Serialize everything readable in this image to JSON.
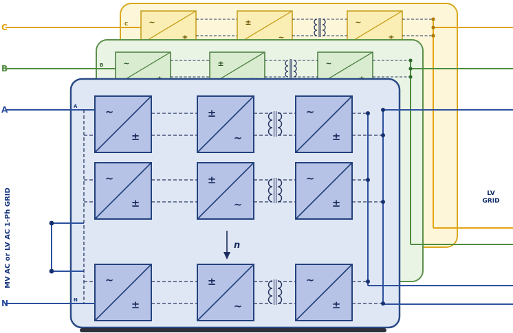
{
  "diagram": {
    "edge_labels": {
      "c": "C",
      "b": "B",
      "a": "A",
      "n": "N"
    },
    "inner_labels": {
      "c": "C",
      "b": "B",
      "a": "A",
      "n": "N"
    },
    "module_count": "n",
    "left_grid_label": "MV AC or LV AC 1-Ph GRID",
    "right_label": {
      "line1": "LV",
      "line2": "GRID"
    },
    "symbols": {
      "ac": "~",
      "dc": "±"
    },
    "colors": {
      "phase_a": "#2c4f9e",
      "phase_b": "#4e8c3e",
      "phase_c": "#e5a312",
      "panel_a_fill": "#dfe7f5",
      "panel_b_fill": "#eaf4e5",
      "panel_c_fill": "#fdf6d9",
      "block_a_fill": "#b7c3e6",
      "block_b_fill": "#d9ecd0",
      "block_c_fill": "#fbeeb5",
      "wire": "#27355f"
    }
  }
}
